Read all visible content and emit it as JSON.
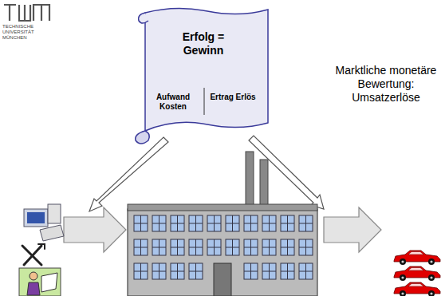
{
  "diagram": {
    "nodes": [
      {
        "text": [
          "Erfolg = Gewinn",
          "Aufwand Kosten",
          "Ertrag Erlös"
        ]
      }
    ],
    "labels": [
      "TECHNISCHE UNIVERSITÄT MÜNCHEN",
      "Marktliche monetäre Bewertung: Umsatzerlöse"
    ]
  }
}
